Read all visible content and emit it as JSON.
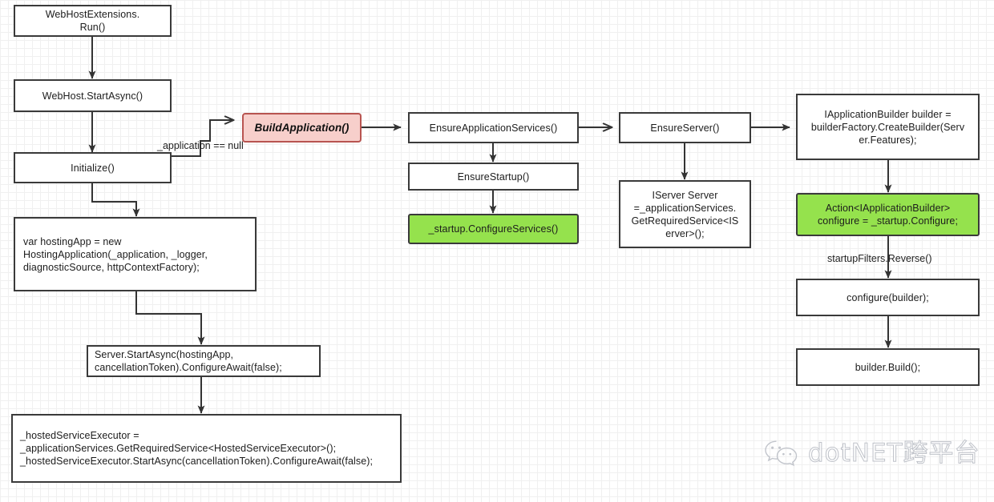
{
  "diagram": {
    "title": "ASP.NET Core WebHost startup call flow",
    "colors": {
      "node_border": "#3a3a3a",
      "node_fill": "#ffffff",
      "highlight_pink_fill": "#f7cfcb",
      "highlight_pink_border": "#b85450",
      "highlight_green_fill": "#95e24d",
      "grid_minor": "#f0f0f0",
      "grid_major": "#e2e2e2",
      "edge_stroke": "#333333"
    },
    "nodes": [
      {
        "id": "webhostextensions_run",
        "label": "WebHostExtensions.\nRun()"
      },
      {
        "id": "webhost_startasync",
        "label": "WebHost.StartAsync()"
      },
      {
        "id": "initialize",
        "label": "Initialize()"
      },
      {
        "id": "hostingapp",
        "label": "var hostingApp = new\nHostingApplication(_application, _logger,\ndiagnosticSource, httpContextFactory);"
      },
      {
        "id": "server_startasync",
        "label": "Server.StartAsync(hostingApp,\ncancellationToken).ConfigureAwait(false);"
      },
      {
        "id": "hostedserviceexecutor",
        "label": "_hostedServiceExecutor =\n_applicationServices.GetRequiredService<HostedServiceExecutor>();\n_hostedServiceExecutor.StartAsync(cancellationToken).ConfigureAwait(false);"
      },
      {
        "id": "buildapplication",
        "label": "BuildApplication()"
      },
      {
        "id": "ensureapplicationservices",
        "label": "EnsureApplicationServices()"
      },
      {
        "id": "ensurestartup",
        "label": "EnsureStartup()"
      },
      {
        "id": "startup_configureservices",
        "label": "_startup.ConfigureServices()"
      },
      {
        "id": "ensureserver",
        "label": "EnsureServer()"
      },
      {
        "id": "iserver_server",
        "label": "IServer Server\n=_applicationServices.\nGetRequiredService<IS\nerver>();"
      },
      {
        "id": "iapplicationbuilder",
        "label": "IApplicationBuilder builder =\nbuilderFactory.CreateBuilder(Serv\ner.Features);"
      },
      {
        "id": "action_configure",
        "label": "Action<IApplicationBuilder>\nconfigure = _startup.Configure;"
      },
      {
        "id": "configure_builder",
        "label": "configure(builder);"
      },
      {
        "id": "builder_build",
        "label": "builder.Build();"
      }
    ],
    "edge_labels": [
      {
        "id": "application_null",
        "text": "_application == null"
      },
      {
        "id": "startupfilters_reverse",
        "text": "startupFilters.Reverse()"
      }
    ]
  },
  "watermark": {
    "icon": "wechat-icon",
    "text": "dotNET跨平台"
  }
}
